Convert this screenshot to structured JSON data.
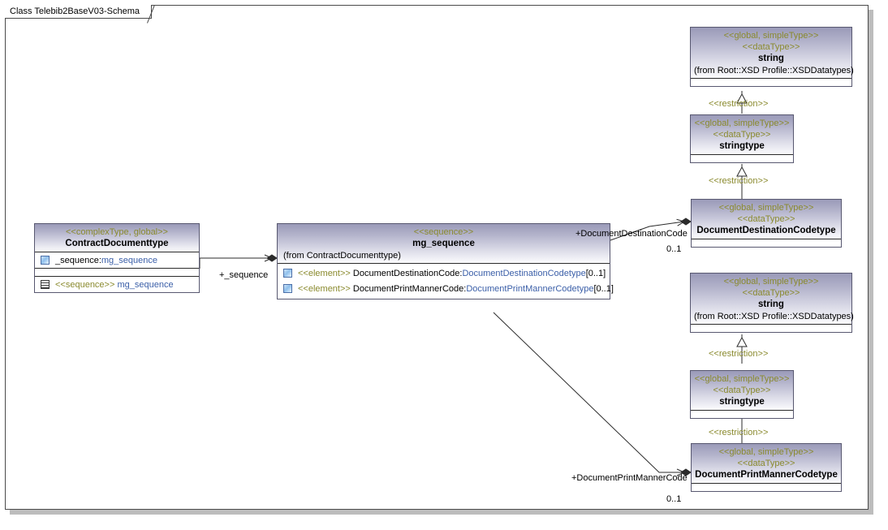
{
  "diagram": {
    "frame_title": "Class Telebib2BaseV03-Schema",
    "accent_stereotype_color": "#8a8a2e",
    "type_link_color": "#3b5fa8",
    "box_border_color": "#585870"
  },
  "classes": {
    "contract_documenttype": {
      "stereotype": "<<complexType, global>>",
      "name": "ContractDocumenttype",
      "attributes": [
        {
          "icon": "attribute-icon",
          "text": "_sequence:",
          "type": "mg_sequence"
        }
      ],
      "operations": [
        {
          "icon": "grid-icon",
          "keyword": "<<sequence>>",
          "name": "mg_sequence"
        }
      ]
    },
    "mg_sequence": {
      "stereotype": "<<sequence>>",
      "name": "mg_sequence",
      "from": "(from ContractDocumenttype)",
      "elements": [
        {
          "icon": "attribute-icon",
          "keyword": "<<element>>",
          "name": "DocumentDestinationCode:",
          "type": "DocumentDestinationCodetype",
          "multiplicity": "[0..1]"
        },
        {
          "icon": "attribute-icon",
          "keyword": "<<element>>",
          "name": "DocumentPrintMannerCode:",
          "type": "DocumentPrintMannerCodetype",
          "multiplicity": "[0..1]"
        }
      ]
    },
    "string_top": {
      "stereotype1": "<<global, simpleType>>",
      "stereotype2": "<<dataType>>",
      "name": "string",
      "from": "(from Root::XSD Profile::XSDDatatypes)"
    },
    "stringtype_top": {
      "stereotype1": "<<global, simpleType>>",
      "stereotype2": "<<dataType>>",
      "name": "stringtype"
    },
    "document_destination_codetype": {
      "stereotype1": "<<global, simpleType>>",
      "stereotype2": "<<dataType>>",
      "name": "DocumentDestinationCodetype"
    },
    "string_bottom": {
      "stereotype1": "<<global, simpleType>>",
      "stereotype2": "<<dataType>>",
      "name": "string",
      "from": "(from Root::XSD Profile::XSDDatatypes)"
    },
    "stringtype_bottom": {
      "stereotype1": "<<global, simpleType>>",
      "stereotype2": "<<dataType>>",
      "name": "stringtype"
    },
    "document_printmanner_codetype": {
      "stereotype1": "<<global, simpleType>>",
      "stereotype2": "<<dataType>>",
      "name": "DocumentPrintMannerCodetype"
    }
  },
  "connectors": {
    "sequence_assoc_label": "+_sequence",
    "dest_role_label": "+DocumentDestinationCode",
    "dest_multiplicity": "0..1",
    "print_role_label": "+DocumentPrintMannerCode",
    "print_multiplicity": "0..1",
    "restriction_1": "<<restriction>>",
    "restriction_2": "<<restriction>>",
    "restriction_3": "<<restriction>>",
    "restriction_4": "<<restriction>>"
  }
}
